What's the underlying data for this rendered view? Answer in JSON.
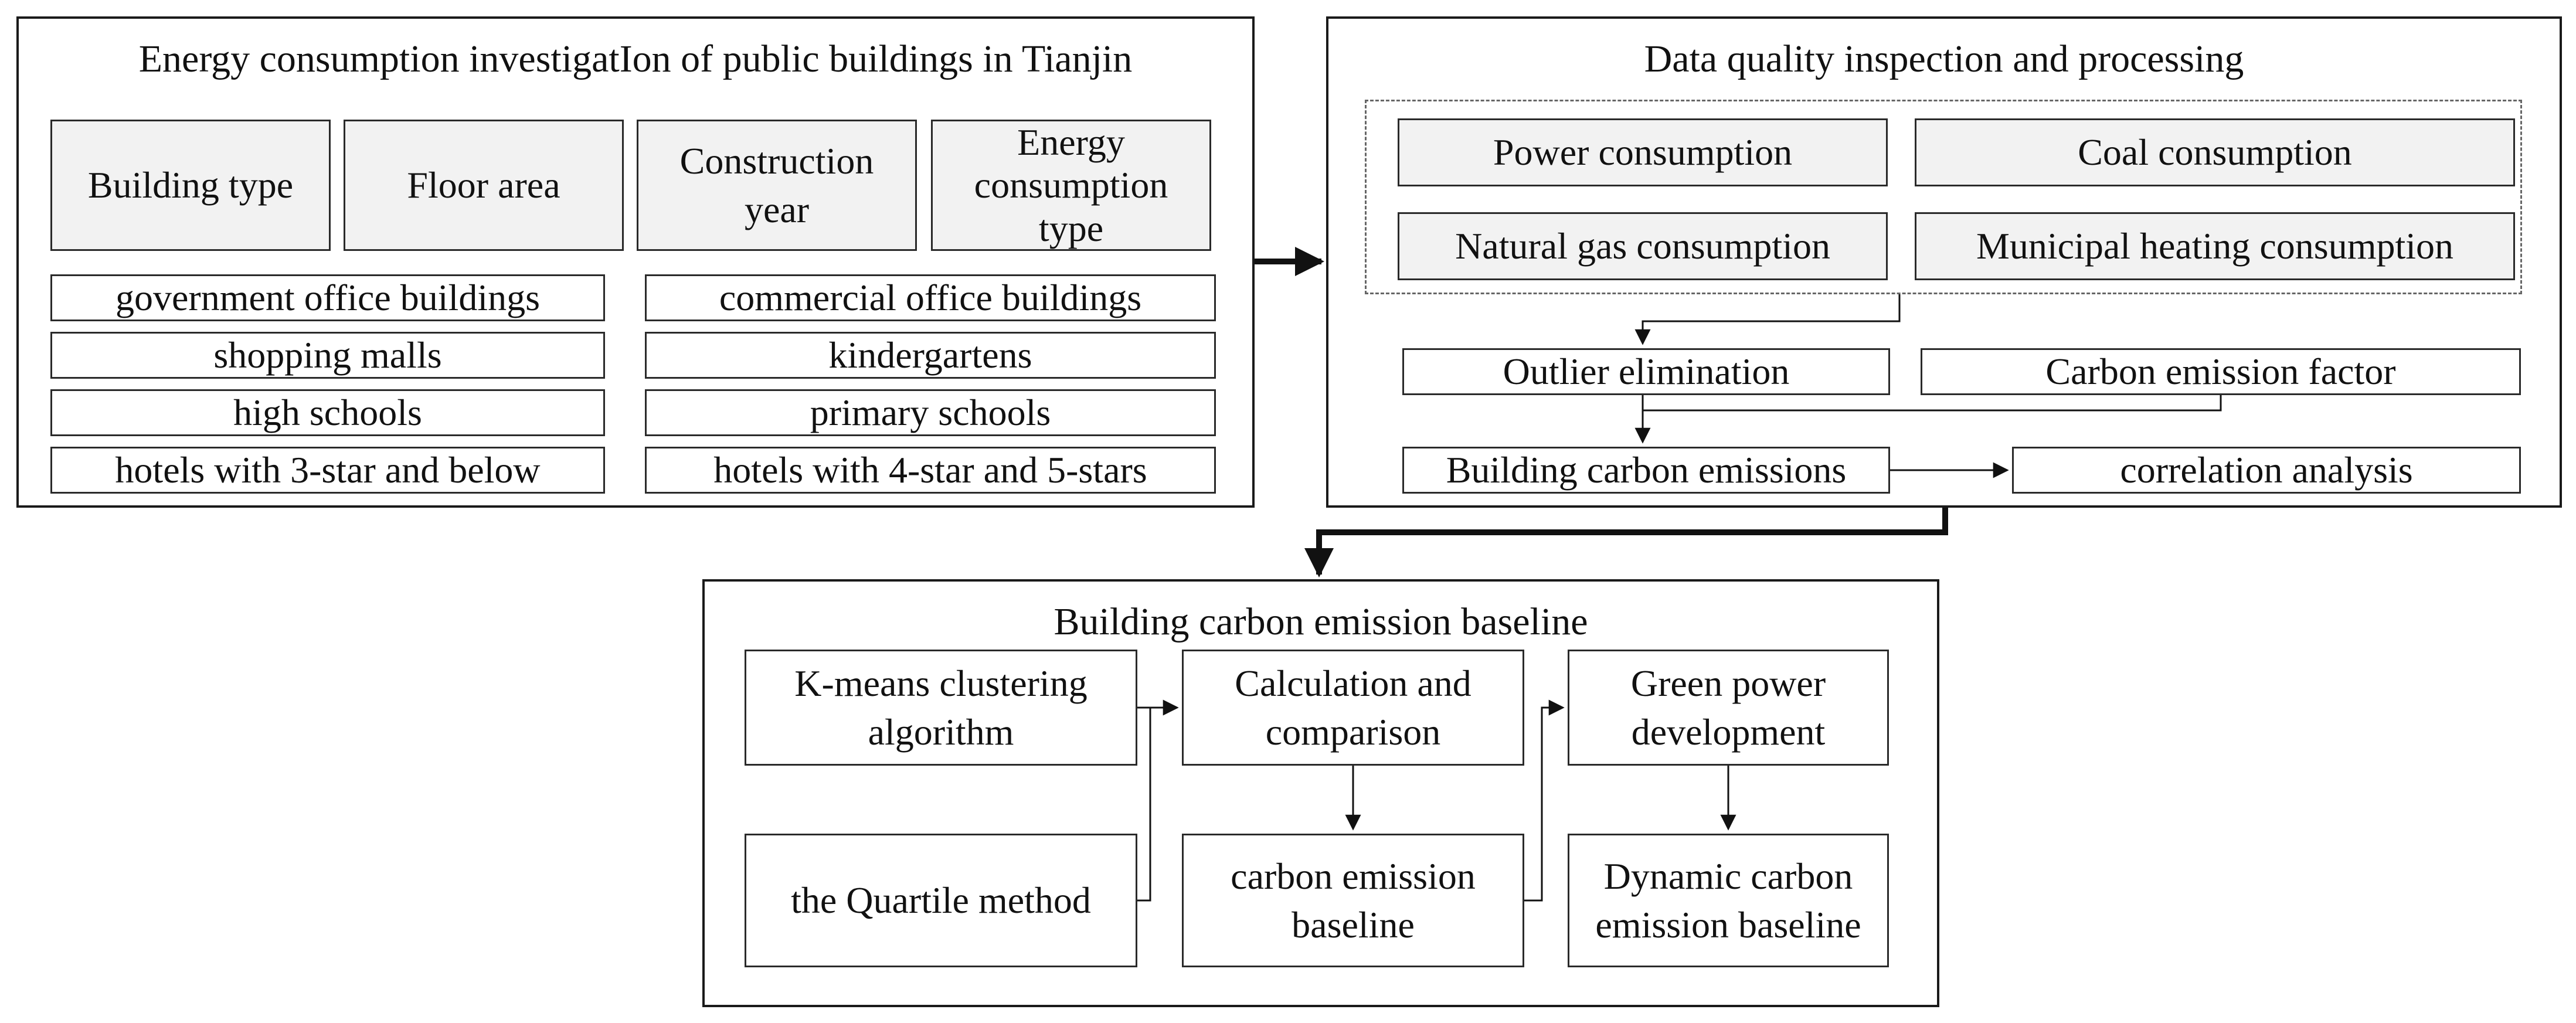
{
  "panel1": {
    "title": "Energy consumption investigatIon of public buildings in Tianjin",
    "headers": [
      "Building type",
      "Floor area",
      "Construction year",
      "Energy consumption type"
    ],
    "left_types": [
      "government office buildings",
      "shopping malls",
      "high schools",
      "hotels with 3-star and below"
    ],
    "right_types": [
      "commercial office buildings",
      "kindergartens",
      "primary schools",
      "hotels with 4-star and 5-stars"
    ]
  },
  "panel2": {
    "title": "Data quality inspection and processing",
    "consumptions": [
      "Power consumption",
      "Coal consumption",
      "Natural gas consumption",
      "Municipal heating consumption"
    ],
    "outlier": "Outlier elimination",
    "factor": "Carbon emission factor",
    "emissions": "Building carbon emissions",
    "correlation": "correlation analysis"
  },
  "panel3": {
    "title": "Building carbon emission baseline",
    "kmeans": "K-means clustering algorithm",
    "quartile": "the Quartile method",
    "calc": "Calculation and comparison",
    "baseline": "carbon emission baseline",
    "green": "Green power development",
    "dynamic": "Dynamic carbon emission baseline"
  }
}
